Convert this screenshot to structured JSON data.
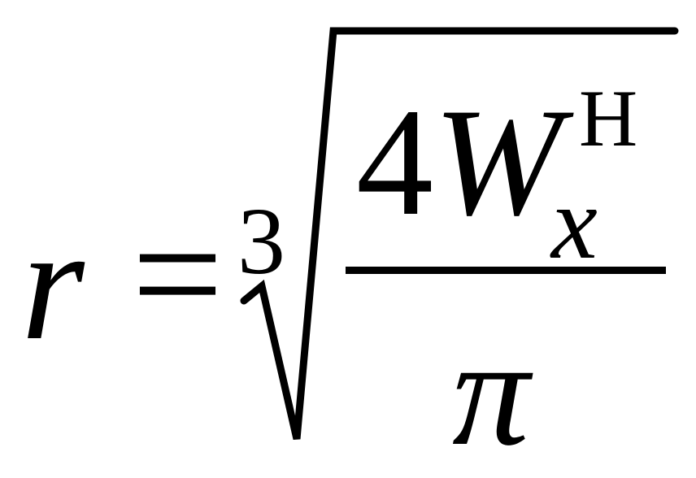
{
  "formula": {
    "lhs": "r",
    "equals": "=",
    "root_index": "3",
    "numerator_coefficient": "4",
    "numerator_variable": "W",
    "subscript": "x",
    "superscript": "H",
    "denominator": "π"
  }
}
